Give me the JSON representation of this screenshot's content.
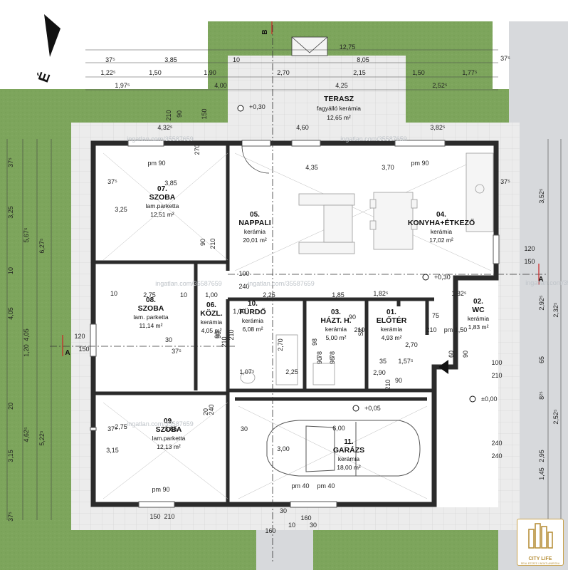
{
  "terrace": {
    "name": "TERASZ",
    "material": "fagyálló kerámia",
    "area": "12,65 m²"
  },
  "rooms": [
    {
      "number": "07.",
      "name": "SZOBA",
      "material": "lam.parketta",
      "area": "12,51 m²"
    },
    {
      "number": "05.",
      "name": "NAPPALI",
      "material": "kerámia",
      "area": "20,01 m²"
    },
    {
      "number": "04.",
      "name": "KONYHA+ÉTKEZŐ",
      "material": "kerámia",
      "area": "17,02 m²"
    },
    {
      "number": "08.",
      "name": "SZOBA",
      "material": "lam. parketta",
      "area": "11,14 m²"
    },
    {
      "number": "06.",
      "name": "KÖZL.",
      "material": "kerámia",
      "area": "4,05 m²"
    },
    {
      "number": "10.",
      "name": "FÜRDŐ",
      "material": "kerámia",
      "area": "6,08 m²"
    },
    {
      "number": "03.",
      "name": "HÁZT. H.",
      "material": "kerámia",
      "area": "5,00 m²"
    },
    {
      "number": "01.",
      "name": "ELŐTÉR",
      "material": "kerámia",
      "area": "4,93 m²"
    },
    {
      "number": "02.",
      "name": "WC",
      "material": "kerámia",
      "area": "1,83 m²"
    },
    {
      "number": "09.",
      "name": "SZOBA",
      "material": "lam.parketta",
      "area": "12,13 m²"
    },
    {
      "number": "11.",
      "name": "GARÁZS",
      "material": "kerámia",
      "area": "18,00 m²"
    }
  ],
  "levels": [
    "+0,30",
    "+0,30",
    "±0,00",
    "+0,05"
  ],
  "section_labels": [
    "B",
    "A",
    "A"
  ],
  "dims_top": [
    "12,75",
    "37⁵",
    "3,85",
    "10",
    "8,05",
    "37⁵",
    "1,22⁵",
    "1,50",
    "1,90",
    "2,70",
    "2,15",
    "1,50",
    "1,77⁵",
    "1,97⁵",
    "4,00",
    "4,25",
    "2,52⁵"
  ],
  "dims_left": [
    "37⁵",
    "3,25",
    "5,67⁵",
    "6,27⁵",
    "10",
    "4,05",
    "4,05",
    "1,20",
    "20",
    "4,62⁵",
    "5,22⁵",
    "3,15",
    "37⁵"
  ],
  "dims_right": [
    "3,52⁵",
    "2,92⁵",
    "2,32⁵",
    "65",
    "8²⁵",
    "2,52⁵",
    "2,95",
    "1,45"
  ],
  "dims_inner": [
    "4,32⁵",
    "4,60",
    "3,82⁵",
    "4,35",
    "3,70",
    "pm 90",
    "pm 90",
    "3,85",
    "37⁵",
    "37⁵",
    "3,25",
    "90",
    "210",
    "2,75",
    "10",
    "1,00",
    "2,25",
    "1,85",
    "1,82⁵",
    "1,82⁵",
    "10",
    "100",
    "240",
    "120",
    "150",
    "120",
    "150",
    "90",
    "210",
    "75",
    "210",
    "pm 1,50",
    "2,70",
    "1,07⁵",
    "2,25",
    "2,90",
    "1,57⁵",
    "2,70",
    "35",
    "60",
    "90",
    "100",
    "210",
    "6,00",
    "3,00",
    "240",
    "240",
    "3,85",
    "37⁵",
    "3,15",
    "30",
    "pm 90",
    "pm 40",
    "pm 40",
    "150",
    "210",
    "30",
    "10",
    "160",
    "30",
    "160",
    "20",
    "90",
    "78",
    "98",
    "78",
    "98",
    "SZ",
    "210",
    "90",
    "150",
    "270",
    "240",
    "2,75",
    "30",
    "37⁵",
    "90",
    "210",
    "90",
    "210",
    "90",
    "210",
    "1,00",
    "10",
    "20"
  ],
  "watermarks": [
    "ingatlan.com/35587659",
    "ingatlan.com/35587659",
    "ingatlan.com/35587659",
    "ingatlan.com/35587659",
    "ingatlan.com/35587659",
    "ingatlan.com/35587659"
  ],
  "logo": {
    "name": "CITY LIFE",
    "tagline": "REAL ESTATE / INGATLANIRODA"
  },
  "colors": {
    "lawn": "#7aa25a",
    "paving": "#e9e9e9",
    "wall": "#2b2b2b",
    "accent_red": "#cc2222",
    "logo_gold": "#b8913c"
  }
}
